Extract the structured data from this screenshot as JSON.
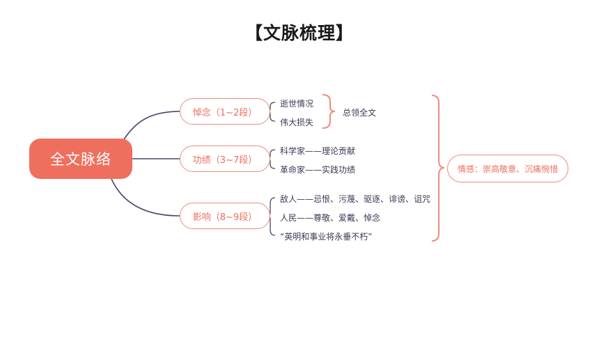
{
  "title": "【文脉梳理】",
  "root": "全文脉络",
  "branches": [
    {
      "label": "悼念（1~2段）",
      "items": [
        "逝世情况",
        "伟大损失"
      ],
      "summary": "总领全文"
    },
    {
      "label": "功绩（3~7段）",
      "items": [
        "科学家——理论贡献",
        "革命家——实践功绩"
      ]
    },
    {
      "label": "影响（8~9段）",
      "items": [
        "敌人——忌恨、污蔑、驱逐、诽谤、诅咒",
        "人民——尊敬、爱戴、悼念",
        "“英明和事业将永垂不朽”"
      ]
    }
  ],
  "emotion": "情感：崇高敬意、沉痛惋惜",
  "colors": {
    "root_fill": "#ef6f5f",
    "branch_border": "#ee8b7e",
    "branch_text": "#ec6e5e",
    "connector": "#4a4668",
    "leaf_text": "#3b3a55"
  }
}
